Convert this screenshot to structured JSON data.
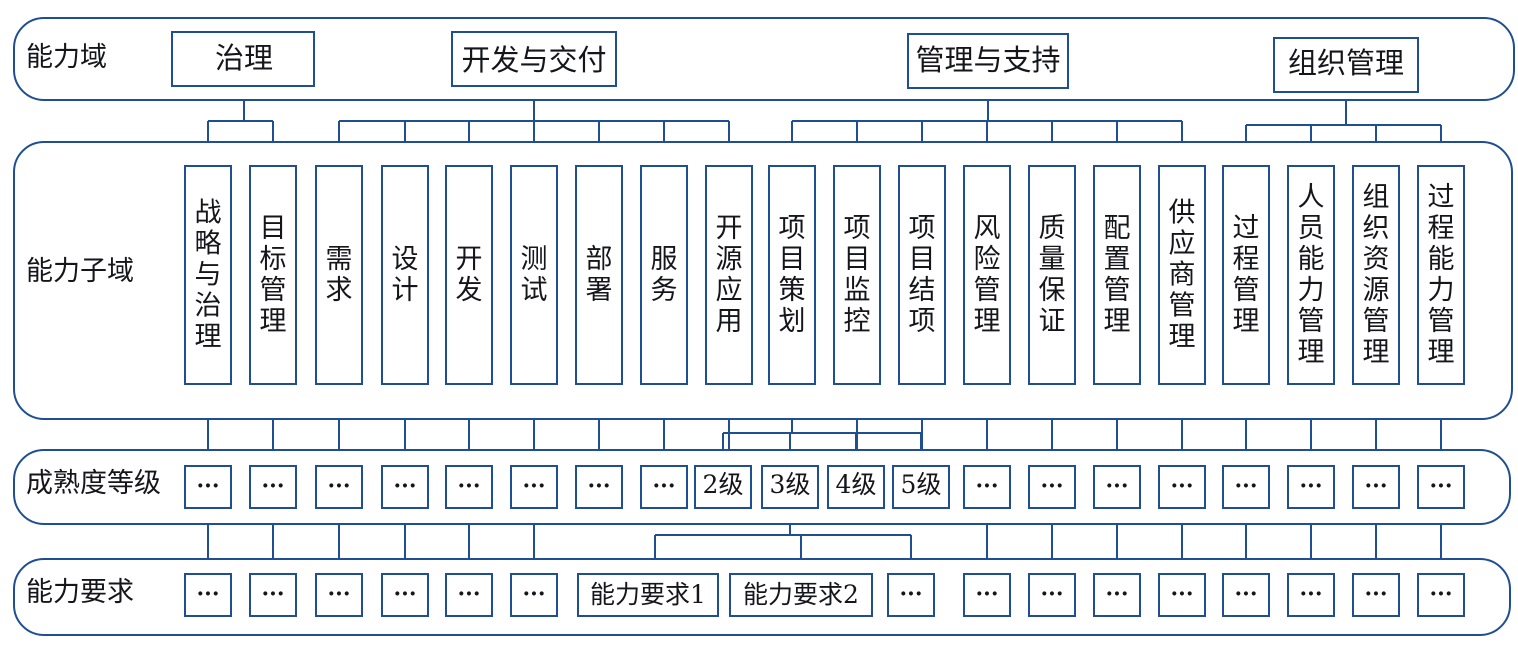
{
  "row_labels": {
    "domain": "能力域",
    "subdomain": "能力子域",
    "maturity": "成熟度等级",
    "requirement": "能力要求"
  },
  "domains": [
    "治理",
    "开发与交付",
    "管理与支持",
    "组织管理"
  ],
  "subdomains": [
    "战略与治理",
    "目标管理",
    "需求",
    "设计",
    "开发",
    "测试",
    "部署",
    "服务",
    "开源应用",
    "项目策划",
    "项目监控",
    "项目结项",
    "风险管理",
    "质量保证",
    "配置管理",
    "供应商管理",
    "过程管理",
    "人员能力管理",
    "组织资源管理",
    "过程能力管理"
  ],
  "maturity_levels": [
    "2级",
    "3级",
    "4级",
    "5级"
  ],
  "requirements": [
    "能力要求1",
    "能力要求2"
  ],
  "ellipsis": "···",
  "colors": {
    "line": "#1f4e92",
    "text": "#15161c",
    "background": "#ffffff"
  }
}
